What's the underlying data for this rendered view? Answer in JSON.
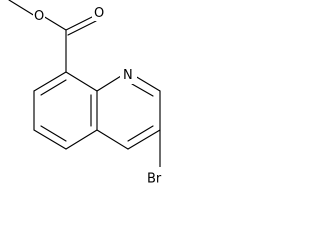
{
  "molecule": {
    "atoms": {
      "O_ether": "O",
      "O_carbonyl": "O",
      "N": "N",
      "Br": "Br"
    }
  }
}
